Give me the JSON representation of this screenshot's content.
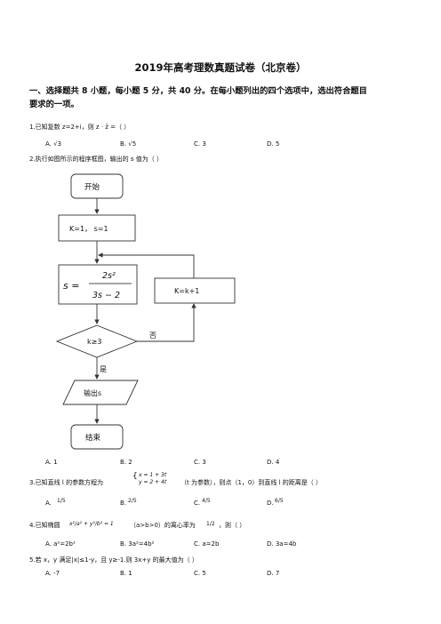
{
  "doc_title": "2019年高考理数真题试卷（北京卷）",
  "section1": {
    "line1": "一、选择题共 8 小题，每小题 5 分，共 40 分。在每小题列出的四个选项中，选出符合题目",
    "line2": "要求的一项。"
  },
  "q1": {
    "stem": "1.已知复数 z=2+i，则 z · z̄ =（    ）",
    "options": [
      "A. √3",
      "B. √5",
      "C. 3",
      "D. 5"
    ]
  },
  "q2": {
    "stem": "2.执行如图所示的程序框图，输出的 s 值为（    ）",
    "flow": {
      "start": "开始",
      "init": "K=1， s=1",
      "formula_lhs": "s =",
      "formula_num": "2s²",
      "formula_den": "3s − 2",
      "update": "K=k+1",
      "cond": "k≥3",
      "no": "否",
      "yes": "是",
      "output": "输出s",
      "end": "结束"
    },
    "options": [
      "A. 1",
      "B. 2",
      "C. 3",
      "D. 4"
    ]
  },
  "q3": {
    "pre": "3.已知直线 l 的参数方程为",
    "eq1": "x = 1 + 3t",
    "eq2": "y = 2 + 4t",
    "post": "（t 为参数），则点（1，0）到直线 l 的距离是（    ）",
    "opt_a": "A.",
    "opt_a_val": "1/5",
    "opt_b": "B.",
    "opt_b_val": "2/5",
    "opt_c": "C.",
    "opt_c_val": "4/5",
    "opt_d": "D.",
    "opt_d_val": "6/5"
  },
  "q4": {
    "pre": "4.已知椭圆",
    "ellipse": "x²/a² + y²/b² = 1",
    "mid": "（a>b>0）的离心率为",
    "ecc": "1/2",
    "post": "，则（    ）",
    "options": [
      "A. a²=2b²",
      "B. 3a²=4b²",
      "C. a=2b",
      "D. 3a=4b"
    ]
  },
  "q5": {
    "stem": "5.若 x，y 满足|x|≤1-y，且 y≥-1.则 3x+y 的最大值为（    ）",
    "options": [
      "A. -7",
      "B. 1",
      "C. 5",
      "D. 7"
    ]
  }
}
